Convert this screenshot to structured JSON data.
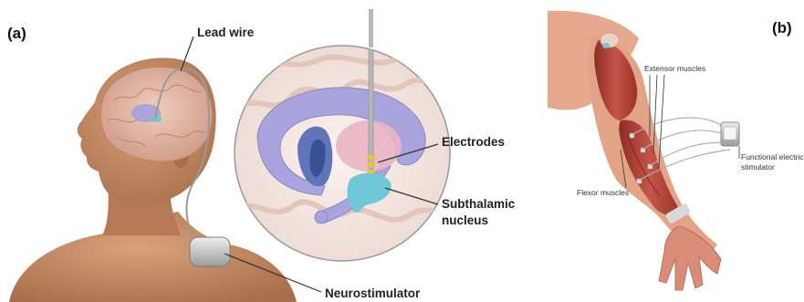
{
  "panel_a": {
    "label": "(a)",
    "callouts": {
      "lead_wire": "Lead wire",
      "electrodes": "Electrodes",
      "subthalamic_line1": "Subthalamic",
      "subthalamic_line2": "nucleus",
      "neurostimulator": "Neurostimulator"
    }
  },
  "panel_b": {
    "label": "(b)",
    "callouts": {
      "extensor": "Extensor muscles",
      "flexor": "Flexor muscles",
      "fes_line1": "Functional electrica",
      "fes_line2": "stimulator"
    }
  },
  "colors": {
    "skin": "#c99067",
    "skin_shadow": "#a86f4b",
    "brain": "#e2b2a0",
    "ventricle": "#a9a4dc",
    "muscle": "#b5443c",
    "electrode": "#e8c34a",
    "nucleus": "#6fc7d8"
  }
}
